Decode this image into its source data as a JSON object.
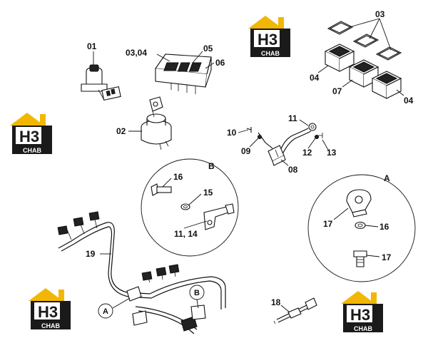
{
  "labels": {
    "p01": "01",
    "p02": "02",
    "p0304": "03,04",
    "p05": "05",
    "p06": "06",
    "p03": "03",
    "p04a": "04",
    "p07": "07",
    "p04b": "04",
    "p10": "10",
    "p09": "09",
    "p11": "11",
    "p12": "12",
    "p13": "13",
    "p08": "08",
    "p16b": "16",
    "p15": "15",
    "p1114": "11, 14",
    "detailB": "B",
    "detailA": "A",
    "p17a": "17",
    "p16a": "16",
    "p17b": "17",
    "p19": "19",
    "p18": "18",
    "calloutA": "A",
    "calloutB": "B"
  },
  "logo": {
    "big_text": "H3",
    "small_text": "CHAB",
    "colors": {
      "roof": "#f2b705",
      "body": "#1a1a1a",
      "text_white": "#ffffff"
    }
  },
  "colors": {
    "line": "#111111",
    "background": "#ffffff"
  }
}
